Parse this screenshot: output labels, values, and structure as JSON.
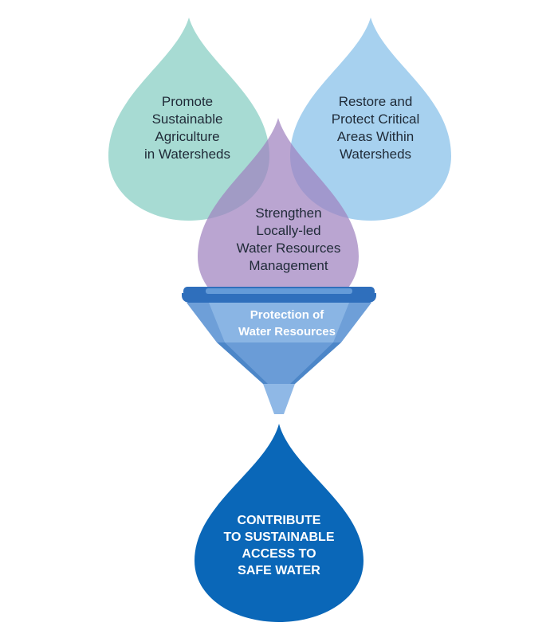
{
  "drops": {
    "green": {
      "lines": [
        "Promote",
        "Sustainable",
        "Agriculture",
        "in Watersheds"
      ],
      "color": "#9fd8cf"
    },
    "blue": {
      "lines": [
        "Restore and",
        "Protect Critical",
        "Areas Within",
        "Watersheds"
      ],
      "color": "#a0cdee"
    },
    "purple": {
      "lines": [
        "Strengthen",
        "Locally-led",
        "Water Resources",
        "Management"
      ],
      "color": "#b59fcc"
    }
  },
  "funnel": {
    "lines": [
      "Protection of",
      "Water Resources"
    ],
    "rim_color": "#2f6fbc",
    "body_color": "#5f97d3",
    "light_color": "#8fb8e6"
  },
  "outcome": {
    "lines": [
      "CONTRIBUTE",
      "TO SUSTAINABLE",
      "ACCESS TO",
      "SAFE WATER"
    ],
    "color": "#0a67b8"
  }
}
